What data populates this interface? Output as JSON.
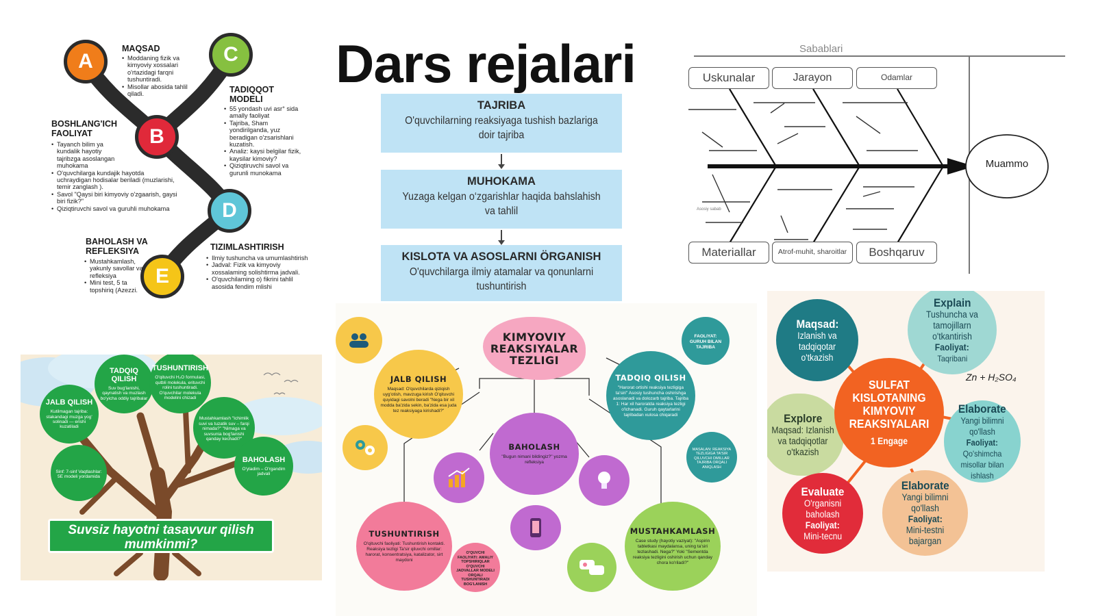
{
  "title": "Dars rejalari",
  "abcde": {
    "nodes": [
      {
        "letter": "A",
        "color": "#f07d1a"
      },
      {
        "letter": "B",
        "color": "#e0293a"
      },
      {
        "letter": "C",
        "color": "#86c040"
      },
      {
        "letter": "D",
        "color": "#5fc6d8"
      },
      {
        "letter": "E",
        "color": "#f5c518"
      }
    ],
    "maqsad": {
      "heading": "MAQSAD",
      "items": [
        "Moddaning fizik va kimyoviy xossalari o'rtazidagi farqni tushuntiradi.",
        "Misollar abosida tahlil qiladi."
      ]
    },
    "boshlangich": {
      "heading": "BOSHLANG'ICH FAOLIYAT",
      "items": [
        "Tayanch bilim ya kundalik hayotiy tajribzga asoslangan muhokama",
        "O'quvchilarga kundajik hayotda uchraydigan hodisalar beriladi (muzlarishi, temir zanglash ).",
        "Savol \"Qaysi biri kimyoviy o'zgaarish, gaysi biri fizik?\"",
        "Qiziqtiruvchi savol va guruhli muhokama"
      ]
    },
    "tadqiqot": {
      "heading": "TADIQQOT MODELI",
      "items": [
        "55 yondash uvi asr° sida amally faoliyat",
        "Tajriba, Sham yondirilganda, yuz beradigan o'zsarishlani kuzatish.",
        "Analiz: kaysi belgilar fizik, kaysilar kimoviy?",
        "Qiziqtiruvchi savol va gurunli munokama"
      ]
    },
    "baholash": {
      "heading": "BAHOLASH VA REFLEKSIYA",
      "items": [
        "Mustahkamlash, yakunly savollar va refleksiya",
        "Mini test, 5 ta topshiriq (Azezzi."
      ]
    },
    "tizim": {
      "heading": "TIZIMLASHTIRISH",
      "items": [
        "Ilmiy tushuncha va umumlashtirish",
        "Jadval: Fizik va kimyoviy xossalaming solishtirma jadvali.",
        "O'quvchilaming o) fikrini tahlil asosida fendim mlishi"
      ]
    }
  },
  "flow": {
    "boxes": [
      {
        "heading": "TAJRIBA",
        "text": "O'quvchilarning reaksiyaga tushish bazlariga doir tajriba"
      },
      {
        "heading": "MUHOKAMA",
        "text": "Yuzaga kelgan o‘zgarishlar haqida bahslahish va tahlil"
      },
      {
        "heading": "KISLOTA VA ASOSLARNI ÖRGANISH",
        "text": "O'quvchilarga ilmiy atamalar va qonunlarni tushuntirish"
      }
    ],
    "color": "#bfe3f5"
  },
  "fishbone": {
    "header": "Sabablari",
    "top": [
      "Uskunalar",
      "Jarayon",
      "Odamlar"
    ],
    "bottom": [
      "Materiallar",
      "Atrof-muhit, sharoitlar",
      "Boshqaruv"
    ],
    "problem": "Muammo",
    "small": "Asosiy sabab"
  },
  "tree": {
    "leaves": [
      {
        "heading": "TADQIQ QILISH",
        "text": "Suv bug'lanishi, qaynatish va muzlash bo'yicha oddiy tajribalar"
      },
      {
        "heading": "TUSHUNTIRISH",
        "text": "O'qituvchi H₂O formulasi, qutbli molekula, erituvchi rolini tushuntiradi. O'quvchilar molekula modelini chizadi"
      },
      {
        "heading": "JALB QILISH",
        "text": "Kutilmagan tajriba: stakandagi muzga yog' solinadi — erishi kuzatiladi"
      },
      {
        "heading": "",
        "text": "Mustahkamlash \"Ichimlik suvi va tuzatik suv – farqi nimada?\" \"Nimaga va suvsunia bog'lanishi qanday kechadi?\""
      },
      {
        "heading": "BAHOLASH",
        "text": "O'yladim – O'rgandim jadvali"
      },
      {
        "heading": "",
        "text": "Sinf: 7-sinf Vaqtlashlar: 5E modeli yordamida"
      }
    ],
    "banner": "Suvsiz hayotni tasavvur qilish mumkinmi?"
  },
  "mindmap": {
    "center_title": "KIMYOVIY REAKSIYALAR TEZLIGI",
    "jalb": {
      "heading": "JALB QILISH",
      "text": "Maqsad: O'quvchilarda qiziqish uyg'otish, mavzuga kirish O'qituvchi quyidagi savolni beradi \"Nega bir xil modda ba'zida sekin, ba'zida esa juda tez reaksiyaga kirishadi?\""
    },
    "tadqiq": {
      "heading": "TADQIQ QILISH",
      "text": "\"Harorat ortishi reaksiya tezligiga ta'siri\" Asosiy tushuncha oshirishga asoslanadi va dolozarb tajriba. Tajriba 1: Har xil haroratda reaksiya tezligi o'lchanadi. Guruh qaytarlarini tajribadan xulosa chiqaradi"
    },
    "faoliyat": {
      "text": "FAOLIYAT: GURUH BILAN TAJRIBA"
    },
    "baholash": {
      "heading": "BAHOLASH",
      "text": "\"Bugun nimani bildingiz?\" yozma refleksiya"
    },
    "tushuntirish": {
      "heading": "TUSHUNTIRISH",
      "text": "O'qituvchi faoliyati: Tushuntirish kontakti. Reaksiya tezligi Ta'sir qiluvchi omillar: harorat, konsentratsiya, katalizator, sirt maydoni"
    },
    "mustahkam": {
      "heading": "MUSTAHKAMLASH",
      "text": "Case study (hayotiy vaziyat): \"Aspirin tabletkasi maydalansa, uning ta'siri tezlashadi. Nega?\" Yoki \"Sementda reaksiya tezligini oshirish uchun qanday chora ko'riladi?\""
    },
    "ovozli": {
      "text": "O'QUVCHI FAOLIYATI: AMALIY TOPSHIRIQLAR O'QUVCHI JADVALLAR MODELI ORQALI TUSHUNTIRADI BOG'LANISH"
    },
    "kichik": {
      "text": "MASALAN: REAKSIYA TEZLIGIGA TA'SIR QILUVCHI OMILLAR TAJRIBA ORQALI ANIQLASH"
    }
  },
  "fiveE": {
    "maqsad": {
      "heading": "Maqsad:",
      "text": "Izlanish va tadqiqotar o'tkazish"
    },
    "explain": {
      "heading": "Explain",
      "text": "Tushuncha va tamojillarn o'tkantirish",
      "sub": "Faoliyat:",
      "sub2": "Taqribani"
    },
    "explore": {
      "heading": "Explore",
      "text": "Maqsad: Izlanish va tadqiqotlar o'tkazish"
    },
    "center": {
      "heading": "SULFAT KISLOTANING KIMYOVIY REAKSIYALARI",
      "sub": "1 Engage"
    },
    "elaborate1": {
      "heading": "Elaborate",
      "text": "Yangi bilimni qo'llash",
      "sub": "Faoliyat:",
      "sub2": "Qo'shimcha misollar bilan ishlash"
    },
    "elaborate2": {
      "heading": "Elaborate",
      "text": "Yangi bilimni qo'llash",
      "sub": "Faoliyat:",
      "sub2": "Mini-testni bajargan"
    },
    "evaluate": {
      "heading": "Evaluate",
      "text": "O'rganisni baholash",
      "sub": "Faoliyat:",
      "sub2": "Mini-tecnu"
    },
    "formula": "Zn + H₂SO₄"
  }
}
